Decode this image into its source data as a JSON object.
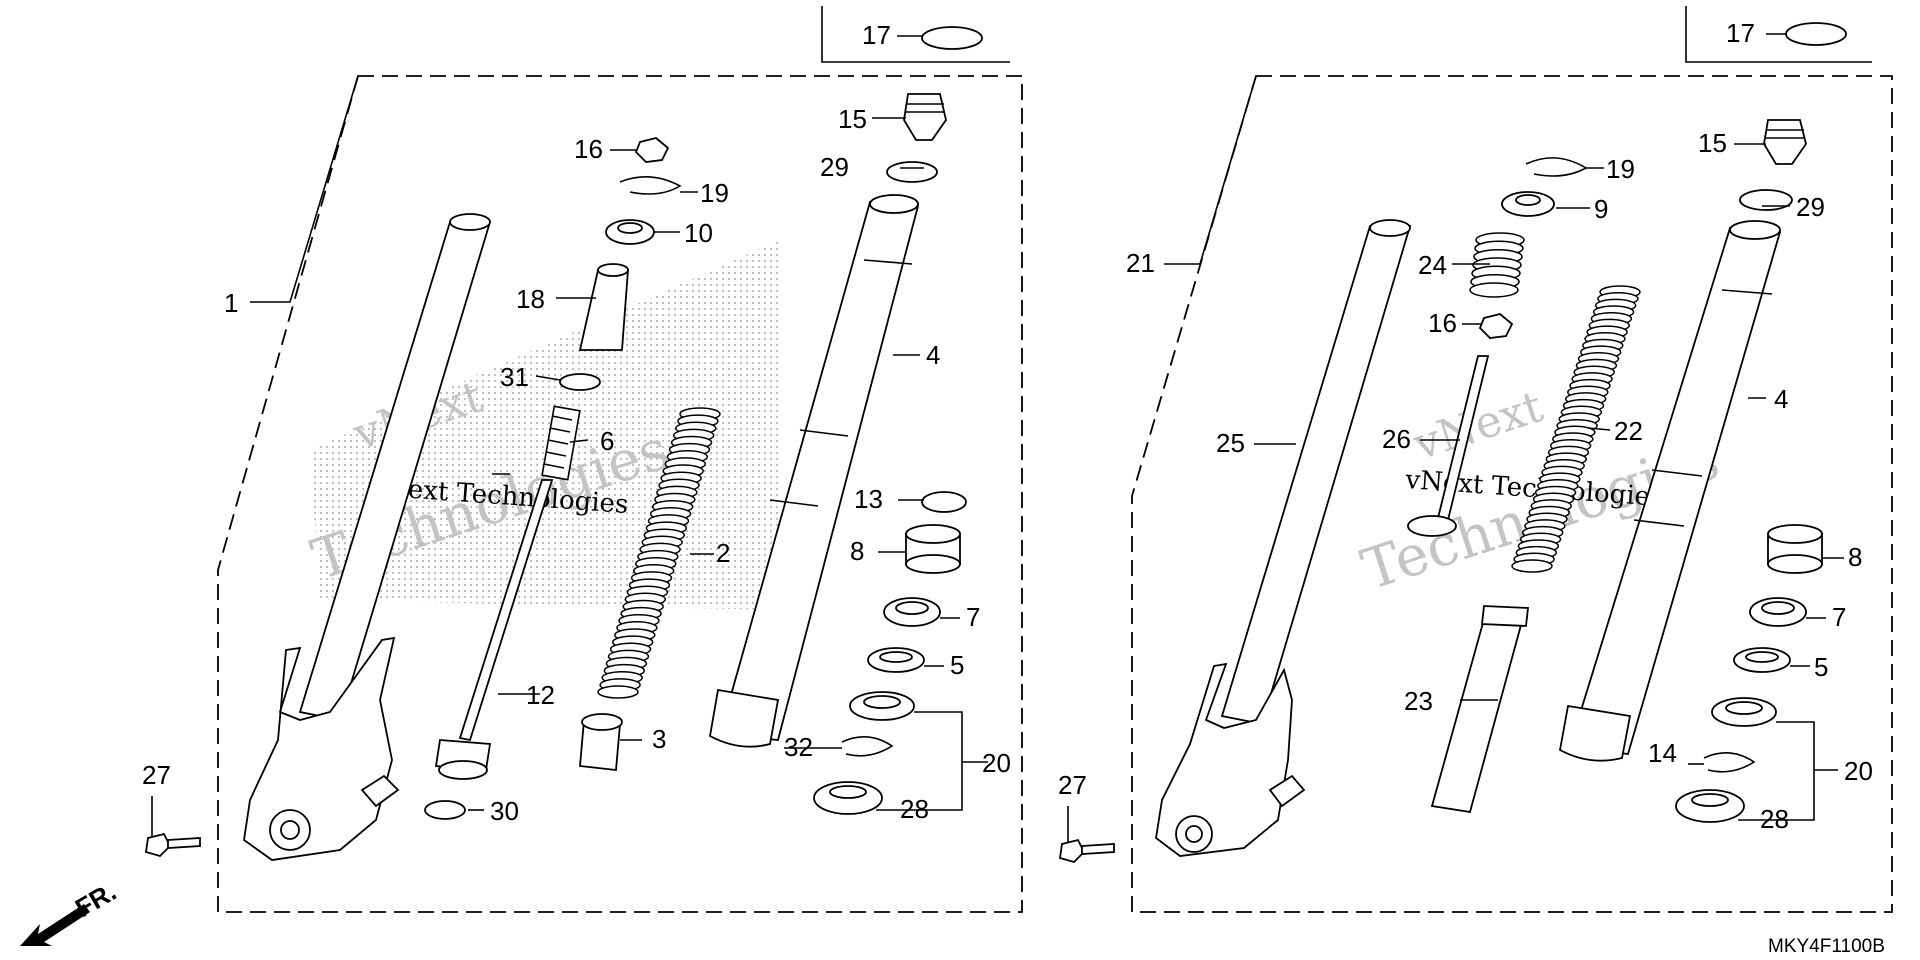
{
  "diagram": {
    "code": "MKY4F1100B",
    "front_label": "FR.",
    "watermark": {
      "line1": "vNext",
      "line2": "Technologies",
      "inline": "vNext Technologies"
    },
    "left": {
      "callouts": {
        "p1": "1",
        "p2": "2",
        "p3": "3",
        "p4": "4",
        "p5": "5",
        "p6": "6",
        "p7": "7",
        "p8": "8",
        "p10": "10",
        "p12": "12",
        "p13": "13",
        "p15": "15",
        "p16": "16",
        "p17": "17",
        "p18": "18",
        "p19": "19",
        "p20": "20",
        "p27": "27",
        "p28": "28",
        "p29": "29",
        "p30": "30",
        "p31": "31",
        "p32": "32"
      }
    },
    "right": {
      "callouts": {
        "p4": "4",
        "p5": "5",
        "p7": "7",
        "p8": "8",
        "p9": "9",
        "p14": "14",
        "p15": "15",
        "p16": "16",
        "p17": "17",
        "p19": "19",
        "p20": "20",
        "p21": "21",
        "p22": "22",
        "p23": "23",
        "p24": "24",
        "p25": "25",
        "p26": "26",
        "p27": "27",
        "p28": "28",
        "p29": "29"
      }
    }
  }
}
